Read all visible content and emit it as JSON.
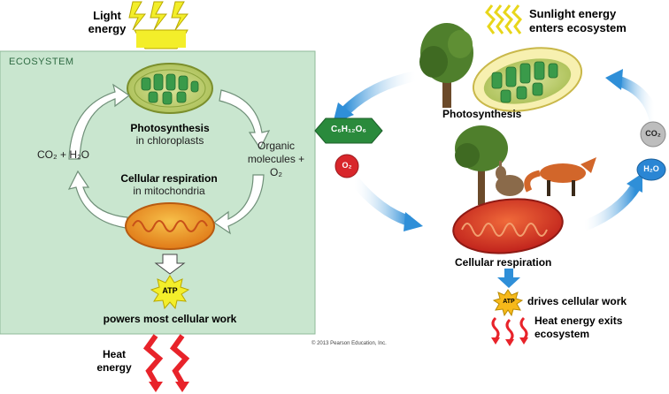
{
  "left_panel": {
    "light_energy": [
      "Light",
      "energy"
    ],
    "ecosystem_label": "ECOSYSTEM",
    "photosynthesis_title": "Photosynthesis",
    "photosynthesis_sub": "in chloroplasts",
    "co2_h2o": "CO₂ + H₂O",
    "organic_line1": "Organic",
    "organic_line2": "molecules + O₂",
    "respiration_title": "Cellular respiration",
    "respiration_sub": "in mitochondria",
    "atp": "ATP",
    "powers": "powers most cellular work",
    "heat_energy": [
      "Heat",
      "energy"
    ],
    "copyright": "© 2013 Pearson Education, Inc."
  },
  "right_panel": {
    "sunlight": [
      "Sunlight energy",
      "enters ecosystem"
    ],
    "photosynthesis": "Photosynthesis",
    "glucose": "C₆H₁₂O₆",
    "o2": "O₂",
    "co2": "CO₂",
    "h2o": "H₂O",
    "cellular_respiration": "Cellular respiration",
    "atp": "ATP",
    "drives": "drives cellular work",
    "heat_exits": [
      "Heat energy exits",
      "ecosystem"
    ]
  },
  "colors": {
    "ecosystem_bg": "#c9e6cf",
    "sunlight_yellow": "#f3ee2a",
    "heat_red": "#e8232a",
    "glucose_green": "#2a8a3c",
    "o2_red": "#d8262b",
    "h2o_blue": "#2a86d4",
    "co2_gray": "#bdbdbd",
    "arrow_blue": "#2f8fd8"
  }
}
